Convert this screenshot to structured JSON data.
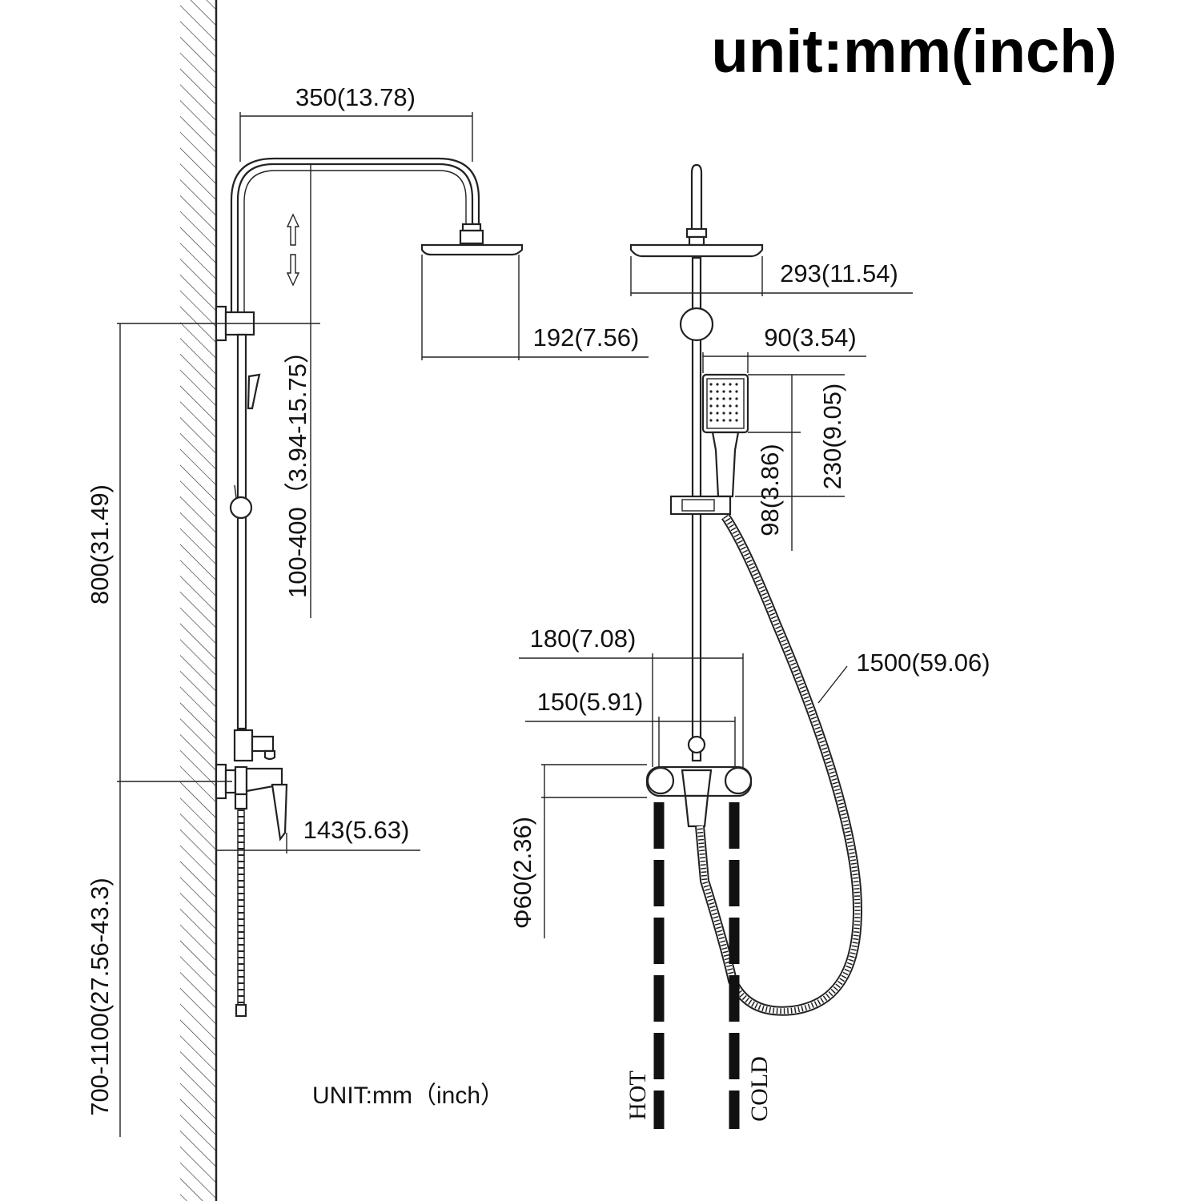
{
  "title": "unit:mm(inch)",
  "unit_note": "UNIT:mm（inch）",
  "dimensions": {
    "arm_length": "350(13.78)",
    "head_width": "293(11.54)",
    "head_depth": "192(7.56)",
    "slide_range": "100-400（3.94-15.75）",
    "rail_height": "800(31.49)",
    "install_height": "700-1100(27.56-43.3)",
    "mixer_projection": "143(5.63)",
    "handheld_width": "90(3.54)",
    "handheld_face": "98(3.86)",
    "handheld_length": "230(9.05)",
    "mixer_width_outer": "180(7.08)",
    "mixer_width_centers": "150(5.91)",
    "escutcheon_dia": "Φ60(2.36)",
    "hose_length": "1500(59.06)"
  },
  "pipes": {
    "hot": "HOT",
    "cold": "COLD"
  }
}
